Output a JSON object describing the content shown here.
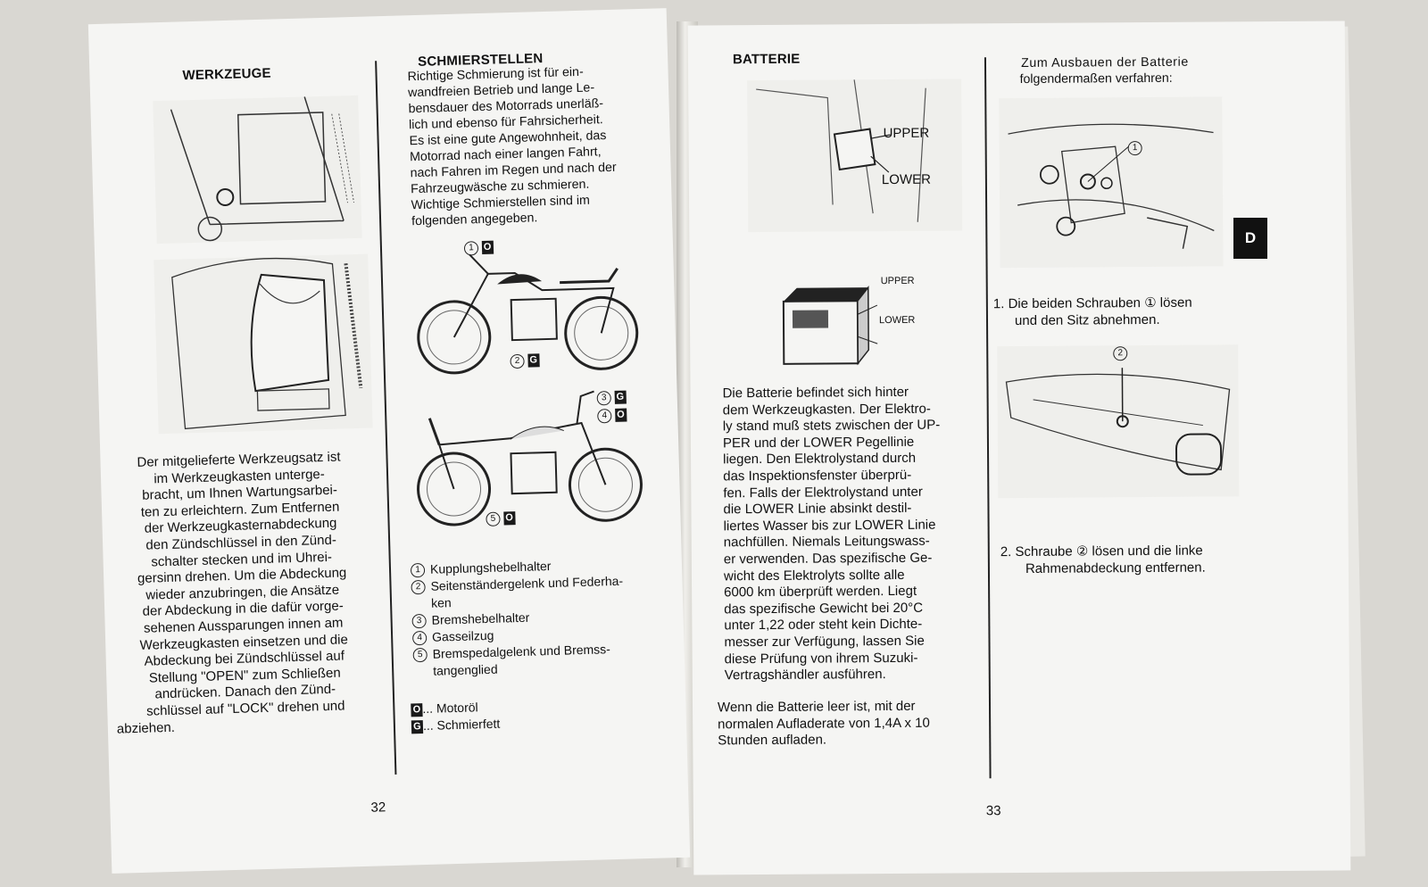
{
  "left_page": {
    "section1": {
      "heading": "WERKZEUGE",
      "body": [
        "Der mitgelieferte Werkzeugsatz ist",
        "im Werkzeugkasten unterge-",
        "bracht, um Ihnen Wartungsarbei-",
        "ten zu erleichtern. Zum Entfernen",
        "der Werkzeugkasternabdeckung",
        "den Zündschlüssel in den Zünd-",
        "schalter stecken und im Uhrei-",
        "gersinn drehen. Um die Abdeckung",
        "wieder anzubringen, die Ansätze",
        "der Abdeckung in die dafür vorge-",
        "sehenen Aussparungen innen am",
        "Werkzeugkasten einsetzen und die",
        "Abdeckung bei Zündschlüssel auf",
        "Stellung \"OPEN\" zum Schließen",
        "andrücken. Danach den Zünd-",
        "schlüssel auf \"LOCK\" drehen und",
        "abziehen."
      ]
    },
    "section2": {
      "heading": "SCHMIERSTELLEN",
      "body": [
        "Richtige Schmierung ist für ein-",
        "wandfreien Betrieb und lange Le-",
        "bensdauer des Motorrads unerläß-",
        "lich und ebenso für Fahrsicherheit.",
        "Es ist eine gute Angewohnheit, das",
        "Motorrad nach einer langen Fahrt,",
        "nach Fahren im Regen und nach der",
        "Fahrzeugwäsche zu schmieren.",
        "Wichtige Schmierstellen sind im",
        "folgenden angegeben."
      ],
      "callouts": [
        {
          "num": "1",
          "code": "O"
        },
        {
          "num": "2",
          "code": "G"
        },
        {
          "num": "3",
          "code": "G"
        },
        {
          "num": "4",
          "code": "O"
        },
        {
          "num": "5",
          "code": "O"
        }
      ],
      "legend": [
        {
          "num": "1",
          "text": "Kupplungshebelhalter"
        },
        {
          "num": "2",
          "text": "Seitenständergelenk und Federha-",
          "cont": "ken"
        },
        {
          "num": "3",
          "text": "Bremshebelhalter"
        },
        {
          "num": "4",
          "text": "Gasseilzug"
        },
        {
          "num": "5",
          "text": "Bremspedalgelenk und Bremss-",
          "cont": "tangenglied"
        }
      ],
      "codes": [
        {
          "code": "O",
          "text": "... Motoröl"
        },
        {
          "code": "G",
          "text": "... Schmierfett"
        }
      ]
    },
    "page_number": "32"
  },
  "right_page": {
    "section1": {
      "heading": "BATTERIE",
      "callout_upper": "UPPER",
      "callout_lower": "LOWER",
      "body": [
        "Die Batterie befindet sich hinter",
        "dem Werkzeugkasten. Der Elektro-",
        "ly stand muß stets zwischen der UP-",
        "PER und der LOWER Pegellinie",
        "liegen. Den Elektrolystand durch",
        "das Inspektionsfenster überprü-",
        "fen. Falls der Elektrolystand unter",
        "die LOWER Linie absinkt destil-",
        "liertes Wasser bis zur LOWER Linie",
        "nachfüllen. Niemals Leitungswass-",
        "er verwenden. Das spezifische Ge-",
        "wicht des Elektrolyts sollte alle",
        "6000 km überprüft werden. Liegt",
        "das spezifische Gewicht bei 20°C",
        "unter 1,22 oder steht kein Dichte-",
        "messer zur Verfügung, lassen Sie",
        "diese Prüfung von ihrem Suzuki-",
        "Vertragshändler ausführen."
      ],
      "body2": [
        "Wenn die Batterie leer ist, mit der",
        "normalen Aufladerate von 1,4A x 10",
        "Stunden aufladen."
      ]
    },
    "section2": {
      "intro": [
        "Zum Ausbauen der Batterie",
        "folgendermaßen verfahren:"
      ],
      "step1": {
        "num": "1.",
        "text": "Die beiden Schrauben ① lösen",
        "cont": "und den Sitz abnehmen."
      },
      "step2": {
        "num": "2.",
        "text": "Schraube ② lösen und die linke",
        "cont": "Rahmenabdeckung entfernen."
      },
      "fig_label1": "1",
      "fig_label2": "2"
    },
    "tab_label": "D",
    "page_number": "33"
  }
}
